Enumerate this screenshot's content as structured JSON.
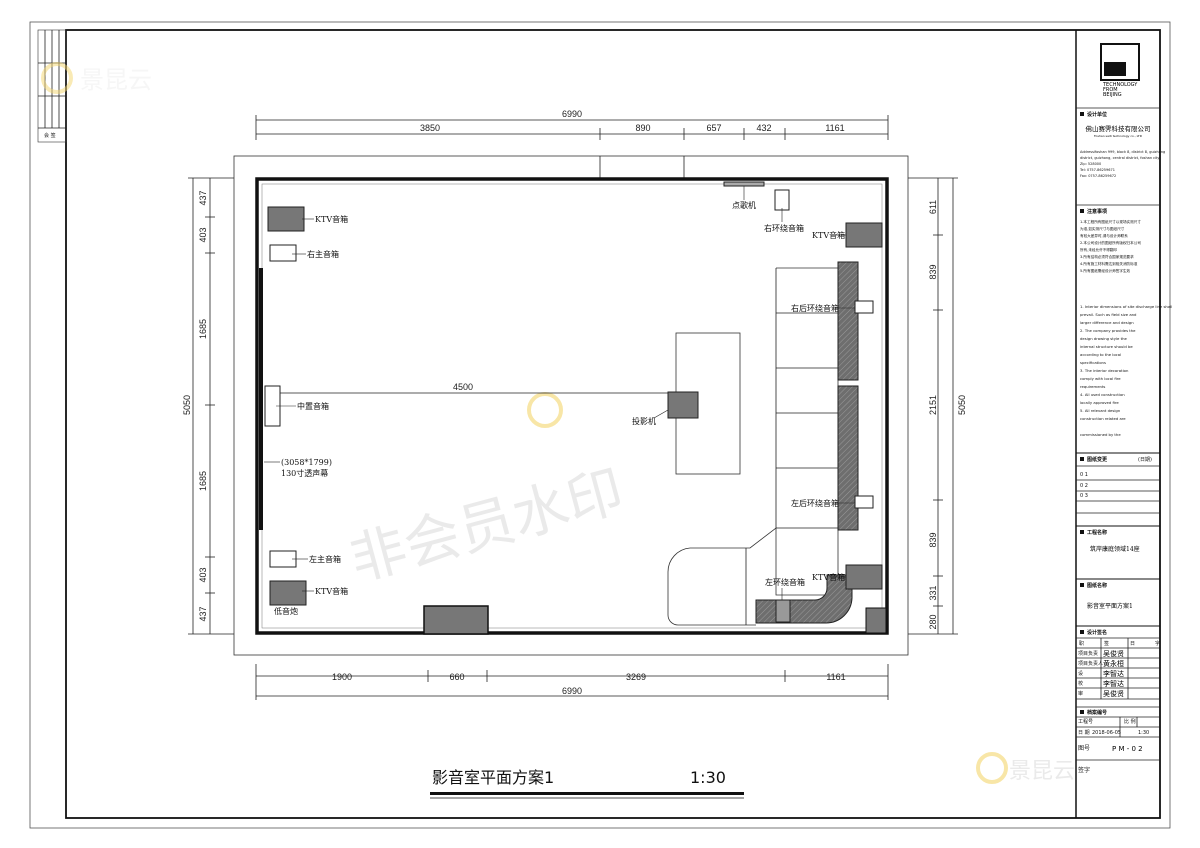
{
  "drawing": {
    "title": "影音室平面方案1",
    "scale": "1:30",
    "watermark": "非会员水印",
    "watermark_logo": "景昆云"
  },
  "dimensions": {
    "top_total": "6990",
    "top_segments": [
      "3850",
      "890",
      "657",
      "432",
      "1161"
    ],
    "bottom_segments": [
      "1900",
      "660",
      "3269",
      "1161"
    ],
    "bottom_total": "6990",
    "left_total": "5050",
    "left_segments": [
      "437",
      "403",
      "1685",
      "1685",
      "403",
      "437"
    ],
    "right_total": "5050",
    "right_segments": [
      "611",
      "839",
      "2151",
      "839",
      "331",
      "280"
    ],
    "projection_distance": "4500"
  },
  "labels": {
    "ktv_top_left": "KTV音箱",
    "right_main": "右主音箱",
    "center": "中置音箱",
    "screen_size": "(3058*1799)",
    "screen_name": "130寸透声幕",
    "left_main": "左主音箱",
    "ktv_bottom_left": "KTV音箱",
    "subwoofer": "低音炮",
    "song_machine": "点歌机",
    "right_surround": "右环绕音箱",
    "ktv_top_right": "KTV音箱",
    "right_rear_surround": "右后环绕音箱",
    "projector": "投影机",
    "left_rear_surround": "左后环绕音箱",
    "ktv_bottom_right": "KTV音箱",
    "left_surround": "左环绕音箱"
  },
  "title_block": {
    "logo_text": "TECHNOLOGY FROM BEIJING",
    "designer_header": "设计单位",
    "company_cn": "佛山赛霁科技有限公司",
    "company_en": "Foshan saiti technology co., LTD",
    "address": [
      "Addressifoshan 999, block 8, district 8, guizhong",
      "district, guizhong, central district, foshan city",
      "Zip: 528000",
      "Tel: 0757-86259671",
      "Fax: 0757-86259672"
    ],
    "notes_header": "注意事项",
    "notes_cn": [
      "1.本工程所有图纸尺寸以现场实测尺寸",
      "为准,如实测尺寸与图纸尺寸",
      "有较大差异时,请与设计师联系",
      "2.本公司设计的图纸所有版权归本公司",
      "所有,未经允许不得翻印",
      "3.所有结构必须符合国家规范要求",
      "4.所有施工材料需达到相关消防标准",
      "5.所有图纸需经设计师签字生效"
    ],
    "notes_en": [
      "1. Interior dimensions of site discharge line shall",
      "prevail. Such as field size and",
      "larger difference and design",
      "2. The company provides the",
      "design drawing style the",
      "internal structure should be",
      "according to the local",
      "specifications",
      "3. The interior decoration",
      "comply with local fire",
      "requirements",
      "4. All used construction",
      "locally approved fire",
      "5. All relevant design",
      "construction related are",
      "commissioned by the"
    ],
    "revision_header": "图纸变更",
    "revision_date": "(日期)",
    "revisions": [
      "0 1",
      "0 2",
      "0 3"
    ],
    "project_header": "工程名称",
    "project_name": "筑岸康庭领域14座",
    "drawing_header": "图纸名称",
    "drawing_name": "影音室平面方案1",
    "sign_header": "设计签名",
    "sign_cols": [
      "职",
      "签",
      "日",
      "字"
    ],
    "sign_rows": [
      {
        "role": "项目负责",
        "name": "吴俊贤"
      },
      {
        "role": "项目负责人",
        "name": "黄永桓"
      },
      {
        "role": "设",
        "name": "李智达"
      },
      {
        "role": "校",
        "name": "李智达"
      },
      {
        "role": "审",
        "name": "吴俊贤"
      }
    ],
    "archive_header": "档案编号",
    "project_no_label": "工程号",
    "ratio_label": "比 例",
    "date_label": "日 期",
    "date_value": "2018-06-05",
    "ratio_value": "1:30",
    "drawing_no_label": "图号",
    "drawing_no": "P M - 0 2",
    "signature_label": "签字"
  },
  "left_strip": {
    "label": "会 签"
  },
  "colors": {
    "line": "#222222",
    "fill_dark": "#707070",
    "watermark": "#d8d8d8",
    "logo_yellow": "#f5d76e"
  }
}
